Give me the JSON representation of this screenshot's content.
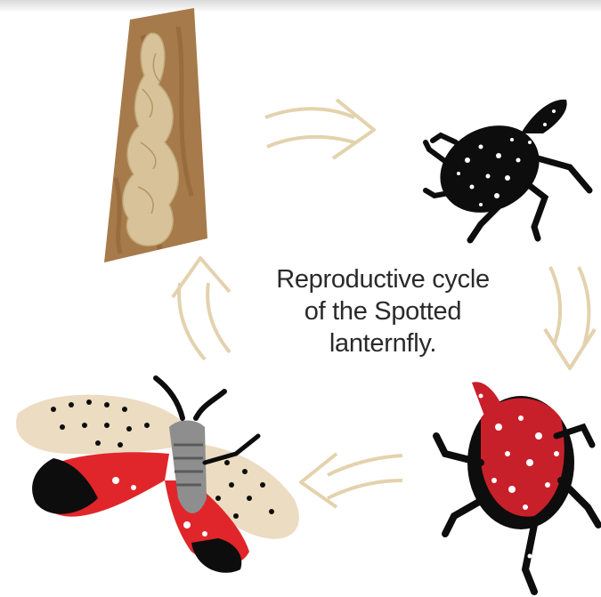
{
  "caption": {
    "line1": "Reproductive cycle",
    "line2": "of the Spotted",
    "line3": "lanternfly."
  },
  "stages": [
    {
      "name": "egg-mass",
      "icon": "egg-mass-icon"
    },
    {
      "name": "early-nymph",
      "icon": "black-nymph-icon"
    },
    {
      "name": "late-nymph",
      "icon": "red-nymph-icon"
    },
    {
      "name": "adult",
      "icon": "adult-lanternfly-icon"
    }
  ],
  "colors": {
    "arrow": "#e3d2ad",
    "bark": "#a67a4a",
    "egg": "#d8c29a",
    "nymph_black": "#0d0d0d",
    "nymph_red": "#c8202a",
    "wing_tan": "#ecdcc2",
    "wing_red": "#e0262a"
  }
}
